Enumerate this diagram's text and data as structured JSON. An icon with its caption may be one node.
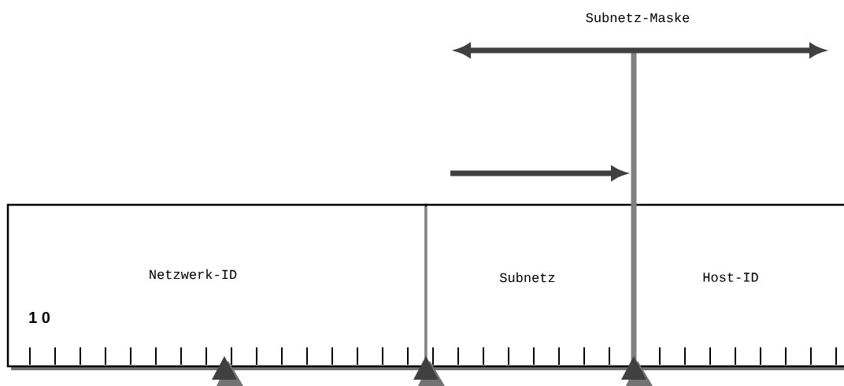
{
  "diagram": {
    "nodes": [
      {
        "text": [
          "Netzwerk-ID"
        ]
      },
      {
        "text": [
          "Subnetz"
        ]
      },
      {
        "text": [
          "Host-ID"
        ]
      }
    ],
    "labels": [
      "Subnetz-Maske",
      "1 0"
    ]
  }
}
